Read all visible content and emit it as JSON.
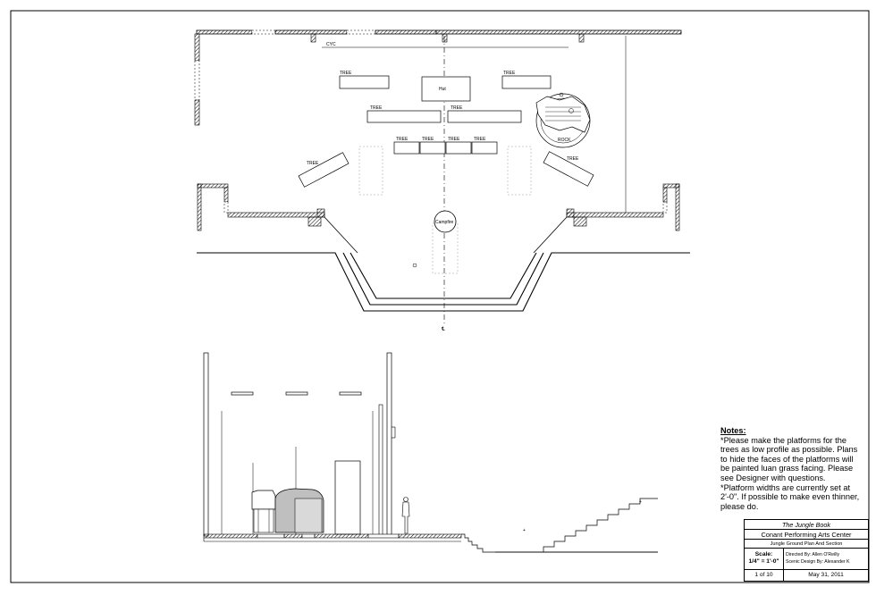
{
  "ground_plan": {
    "cyc_label": "CYC",
    "tree_label": "TREE",
    "hut_label": "Hut",
    "rock_label": "ROCK",
    "campfire_label": "Campfire",
    "centerline_label": "℄"
  },
  "notes": {
    "heading": "Notes:",
    "note_1": "*Please make the platforms for the trees as low profile as possible. Plans to hide the faces of the platforms will be painted luan grass facing. Please see Designer with questions.",
    "note_2": "*Platform widths are currently set at 2'-0\". If possible to make even thinner, please do."
  },
  "title_block": {
    "show_title": "The Jungle Book",
    "venue": "Conant Performing Arts Center",
    "drawing_title": "Jungle Ground Plan And Section",
    "scale_label": "Scale:",
    "scale_value": "1/4\" = 1'-0\"",
    "directed_by": "Directed By: Allen O'Reilly",
    "designed_by": "Scenic Design By: Alexander K",
    "page": "1 of 10",
    "date": "May 31, 2011"
  },
  "colors": {
    "line": "#000000",
    "paper": "#ffffff",
    "dashed_outline": "#999999",
    "section_fill": "#bfbfbf"
  }
}
